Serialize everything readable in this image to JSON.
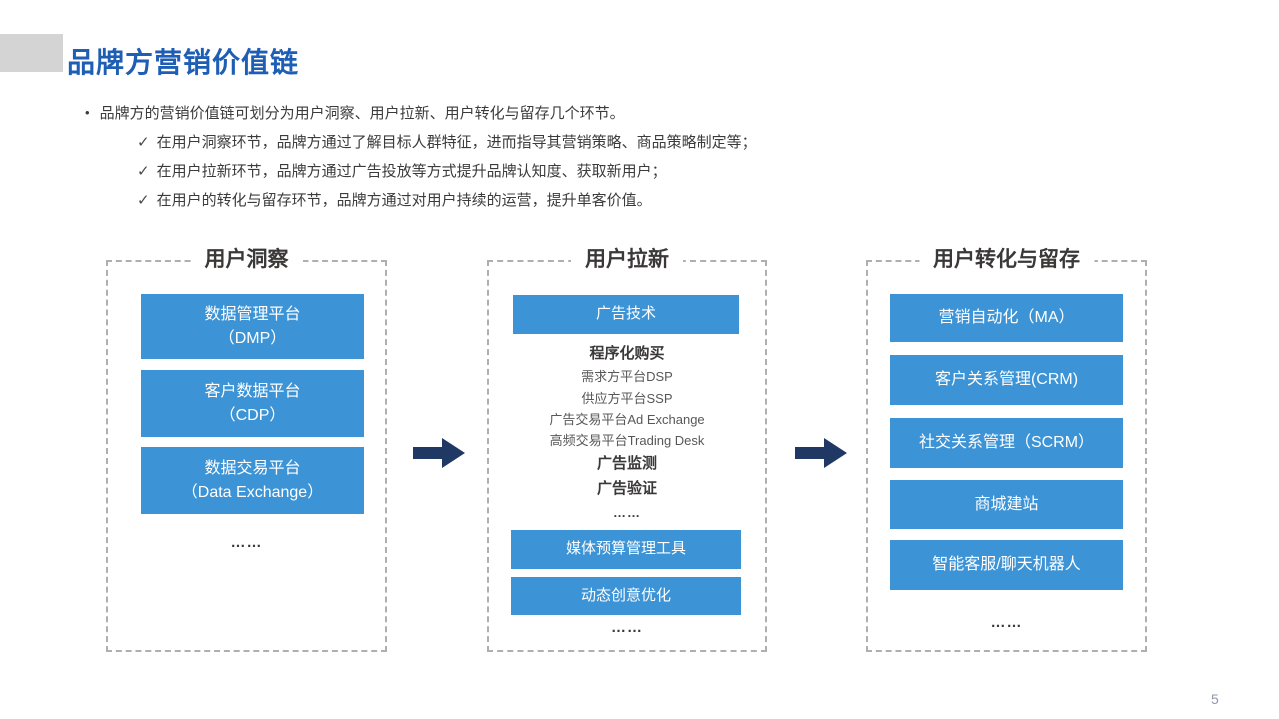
{
  "title": "品牌方营销价值链",
  "page_number": "5",
  "intro": {
    "bullet_mark": "•",
    "check_mark": "✓",
    "lead": "品牌方的营销价值链可划分为用户洞察、用户拉新、用户转化与留存几个环节。",
    "points": [
      "在用户洞察环节，品牌方通过了解目标人群特征，进而指导其营销策略、商品策略制定等；",
      "在用户拉新环节，品牌方通过广告投放等方式提升品牌认知度、获取新用户；",
      "在用户的转化与留存环节，品牌方通过对用户持续的运营，提升单客价值。"
    ]
  },
  "diagram": {
    "columns": [
      {
        "header": "用户洞察",
        "boxes": [
          {
            "line1": "数据管理平台",
            "line2": "（DMP）"
          },
          {
            "line1": "客户数据平台",
            "line2": "（CDP）"
          },
          {
            "line1": "数据交易平台",
            "line2": "（Data Exchange）"
          }
        ],
        "ellipsis": "……"
      },
      {
        "header": "用户拉新",
        "top_box": "广告技术",
        "groups": [
          {
            "title": "程序化购买",
            "items": [
              "需求方平台DSP",
              "供应方平台SSP",
              "广告交易平台Ad Exchange",
              "高频交易平台Trading Desk"
            ]
          },
          {
            "title": "广告监测"
          },
          {
            "title": "广告验证"
          }
        ],
        "mid_ellipsis": "……",
        "bottom_boxes": [
          "媒体预算管理工具",
          "动态创意优化"
        ],
        "ellipsis": "……"
      },
      {
        "header": "用户转化与留存",
        "boxes": [
          "营销自动化（MA）",
          "客户关系管理(CRM)",
          "社交关系管理（SCRM）",
          "商城建站",
          "智能客服/聊天机器人"
        ],
        "ellipsis": "……"
      }
    ]
  },
  "colors": {
    "title_blue": "#1e5eb5",
    "box_blue": "#3c93d5",
    "arrow_navy": "#1f3864",
    "dash_gray": "#afafaf",
    "text_dark": "#3b3838",
    "subtext_gray": "#575757",
    "accent_gray": "#d4d4d4",
    "page_number_gray": "#8d99a9"
  }
}
